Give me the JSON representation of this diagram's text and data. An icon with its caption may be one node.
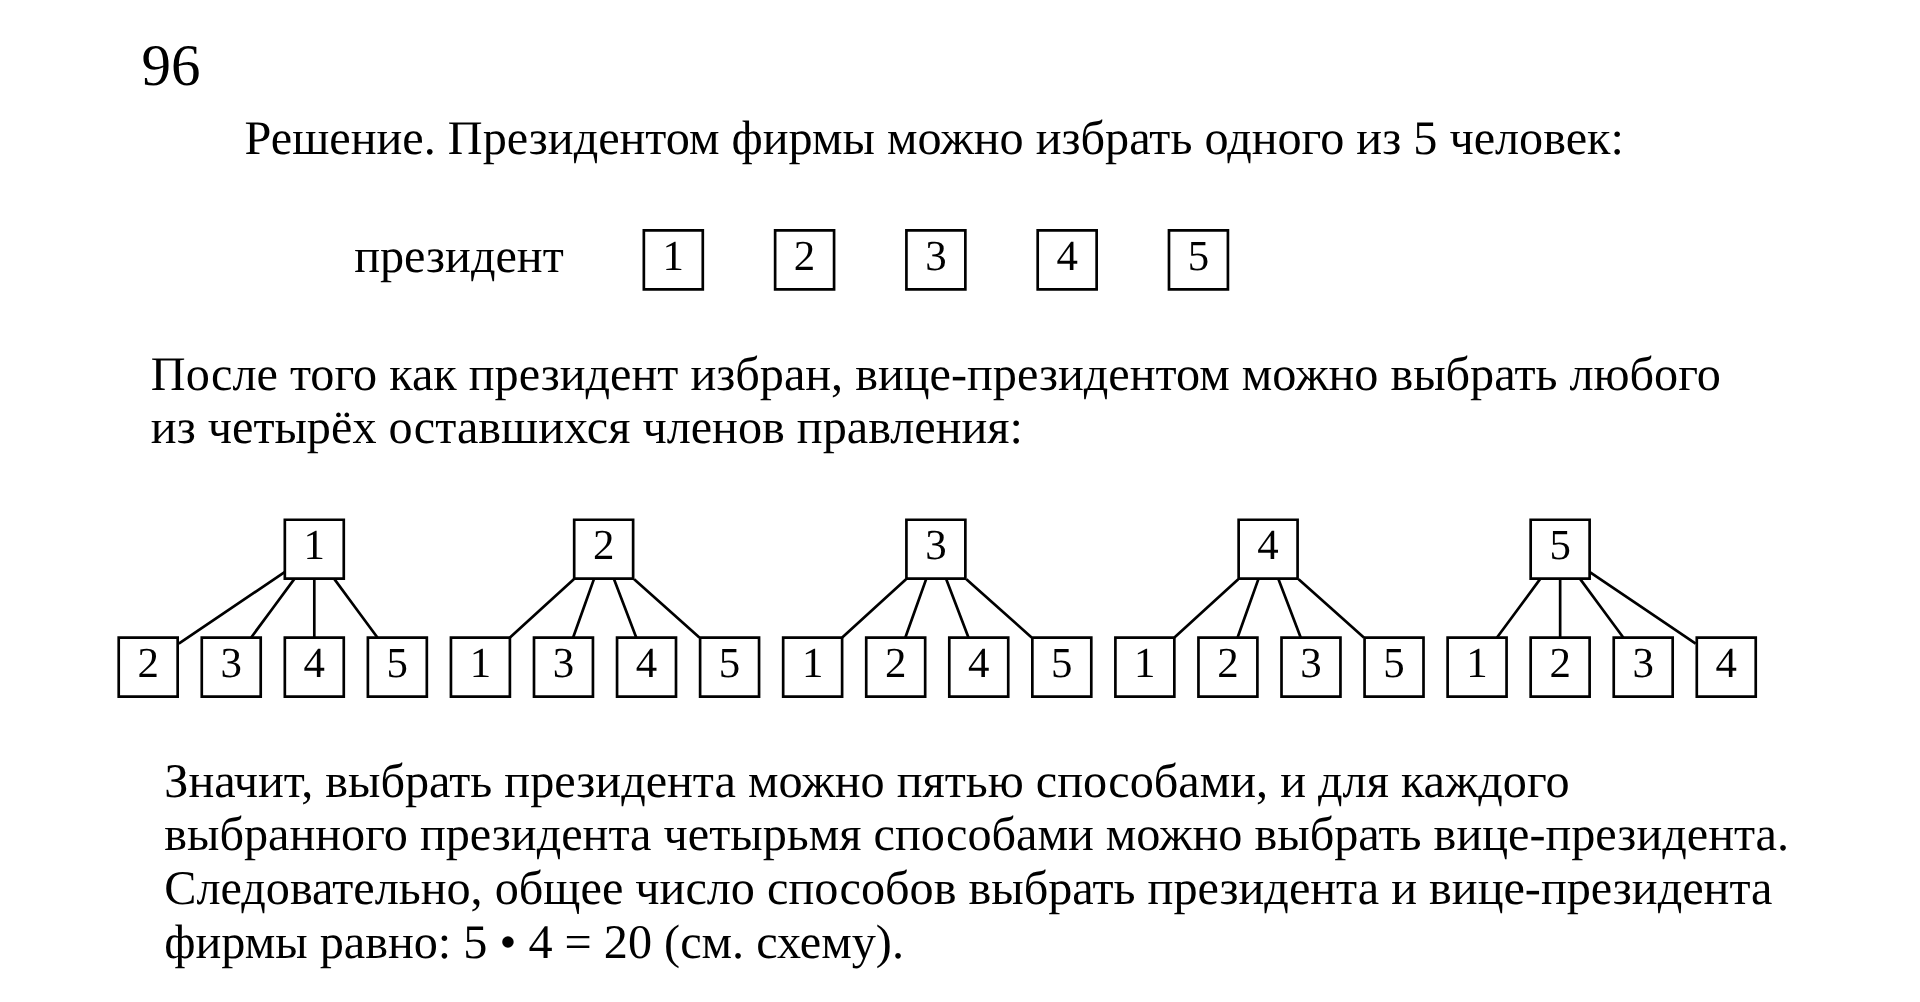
{
  "diagram": {
    "title": "96",
    "nodes": [
      {
        "text": [
          "1"
        ]
      },
      {
        "text": [
          "2"
        ]
      },
      {
        "text": [
          "3"
        ]
      },
      {
        "text": [
          "4"
        ]
      },
      {
        "text": [
          "5"
        ]
      },
      {
        "text": [
          "1"
        ]
      },
      {
        "text": [
          "2"
        ]
      },
      {
        "text": [
          "3"
        ]
      },
      {
        "text": [
          "4"
        ]
      },
      {
        "text": [
          "5"
        ]
      },
      {
        "text": [
          "2"
        ]
      },
      {
        "text": [
          "3"
        ]
      },
      {
        "text": [
          "4"
        ]
      },
      {
        "text": [
          "5"
        ]
      },
      {
        "text": [
          "1"
        ]
      },
      {
        "text": [
          "3"
        ]
      },
      {
        "text": [
          "4"
        ]
      },
      {
        "text": [
          "5"
        ]
      },
      {
        "text": [
          "1"
        ]
      },
      {
        "text": [
          "2"
        ]
      },
      {
        "text": [
          "4"
        ]
      },
      {
        "text": [
          "5"
        ]
      },
      {
        "text": [
          "1"
        ]
      },
      {
        "text": [
          "2"
        ]
      },
      {
        "text": [
          "3"
        ]
      },
      {
        "text": [
          "5"
        ]
      },
      {
        "text": [
          "1"
        ]
      },
      {
        "text": [
          "2"
        ]
      },
      {
        "text": [
          "3"
        ]
      },
      {
        "text": [
          "4"
        ]
      }
    ],
    "edges": [
      {
        "from": 5,
        "to": 10,
        "arrow": "none"
      },
      {
        "from": 5,
        "to": 11,
        "arrow": "none"
      },
      {
        "from": 5,
        "to": 12,
        "arrow": "none"
      },
      {
        "from": 5,
        "to": 13,
        "arrow": "none"
      },
      {
        "from": 6,
        "to": 14,
        "arrow": "none"
      },
      {
        "from": 6,
        "to": 15,
        "arrow": "none"
      },
      {
        "from": 6,
        "to": 16,
        "arrow": "none"
      },
      {
        "from": 6,
        "to": 17,
        "arrow": "none"
      },
      {
        "from": 7,
        "to": 18,
        "arrow": "none"
      },
      {
        "from": 7,
        "to": 19,
        "arrow": "none"
      },
      {
        "from": 7,
        "to": 20,
        "arrow": "none"
      },
      {
        "from": 7,
        "to": 21,
        "arrow": "none"
      },
      {
        "from": 8,
        "to": 22,
        "arrow": "none"
      },
      {
        "from": 8,
        "to": 23,
        "arrow": "none"
      },
      {
        "from": 8,
        "to": 24,
        "arrow": "none"
      },
      {
        "from": 8,
        "to": 25,
        "arrow": "none"
      },
      {
        "from": 9,
        "to": 26,
        "arrow": "none"
      },
      {
        "from": 9,
        "to": 27,
        "arrow": "none"
      },
      {
        "from": 9,
        "to": 28,
        "arrow": "none"
      },
      {
        "from": 9,
        "to": 29,
        "arrow": "none"
      }
    ],
    "labels": [
      "Решение. Президентом фирмы можно избрать одного из 5 человек:",
      "президент",
      "После того как президент избран, вице-президентом можно выбрать любого из четырёх оставшихся членов правления:",
      "Значит, выбрать президента можно пятью способами, и для каждого выбранного президента четырьмя способами можно выбрать вице-президента. Следовательно, общее число способов выбрать президента и вице-президента фирмы равно: 5 • 4 = 20 (см. схему)."
    ]
  }
}
